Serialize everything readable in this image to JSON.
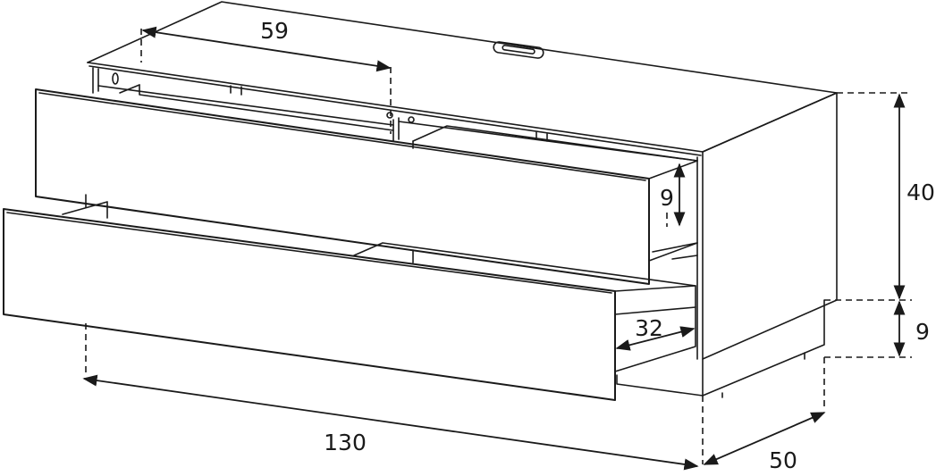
{
  "diagram": {
    "dimensions": {
      "top_drawer_width": "59",
      "drawer_front_height": "9",
      "cabinet_height": "40",
      "plinth_height": "9",
      "drawer_depth": "32",
      "total_width": "130",
      "total_depth": "50"
    }
  }
}
